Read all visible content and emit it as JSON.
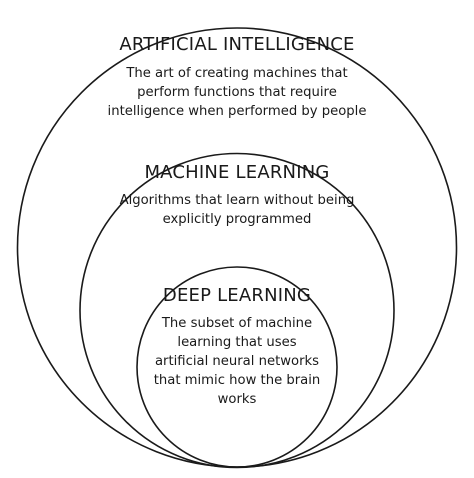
{
  "rings": [
    {
      "title": "ARTIFICIAL INTELLIGENCE",
      "description": [
        "The art of creating machines that",
        "perform functions that require",
        "intelligence when performed by people"
      ]
    },
    {
      "title": "MACHINE LEARNING",
      "description": [
        "Algorithms that learn without being",
        "explicitly programmed"
      ]
    },
    {
      "title": "DEEP LEARNING",
      "description": [
        "The subset of machine",
        "learning that uses",
        "artificial neural networks",
        "that mimic how the brain",
        "works"
      ]
    }
  ],
  "colors": {
    "stroke": "#1a1a1a",
    "text": "#1a1a1a",
    "background": "#ffffff"
  }
}
